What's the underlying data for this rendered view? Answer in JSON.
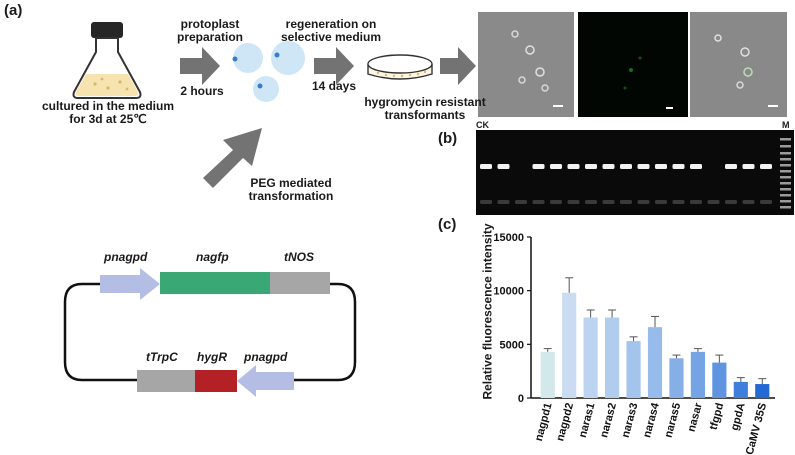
{
  "panels": {
    "a": "(a)",
    "b": "(b)",
    "c": "(c)"
  },
  "workflow": {
    "culture_label_line1": "cultured in the medium",
    "culture_label_line2": "for 3d at 25℃",
    "protoplast_line1": "protoplast",
    "protoplast_line2": "preparation",
    "time1": "2 hours",
    "regeneration_line1": "regeneration on",
    "regeneration_line2": "selective medium",
    "time2": "14 days",
    "resistant_line1": "hygromycin resistant",
    "resistant_line2": "transformants",
    "peg_line1": "PEG mediated",
    "peg_line2": "transformation"
  },
  "plasmid": {
    "top_labels": [
      "pnagpd",
      "nagfp",
      "tNOS"
    ],
    "bottom_labels": [
      "tTrpC",
      "hygR",
      "pnagpd"
    ],
    "colors": {
      "promoter": "#b4bde3",
      "nagfp": "#3aa874",
      "terminator": "#a6a6a6",
      "hygR": "#b32025"
    }
  },
  "gel": {
    "ck_label": "CK",
    "m_label": "M",
    "lanes_with_band": [
      true,
      true,
      false,
      true,
      true,
      true,
      true,
      true,
      true,
      true,
      true,
      true,
      true,
      false,
      true,
      true,
      true
    ]
  },
  "chart_data": {
    "type": "bar",
    "ylabel": "Relative fluorescence intensity",
    "ylim": [
      0,
      15000
    ],
    "yticks": [
      0,
      5000,
      10000,
      15000
    ],
    "categories": [
      "nagpd1",
      "nagpd2",
      "naras1",
      "naras2",
      "naras3",
      "naras4",
      "naras5",
      "nasar",
      "tfgpd",
      "gpdA",
      "CaMV 35S"
    ],
    "values": [
      4300,
      9800,
      7500,
      7500,
      5300,
      6600,
      3700,
      4300,
      3300,
      1500,
      1300
    ],
    "errors": [
      300,
      1400,
      700,
      700,
      400,
      1000,
      300,
      300,
      700,
      400,
      500
    ],
    "colors": [
      "#d3e8ea",
      "#c9dcf1",
      "#bcd4ef",
      "#b1cdee",
      "#a3c4ec",
      "#97bbea",
      "#86afe6",
      "#75a4e4",
      "#5f95e0",
      "#3f7fdb",
      "#2468d4"
    ]
  }
}
